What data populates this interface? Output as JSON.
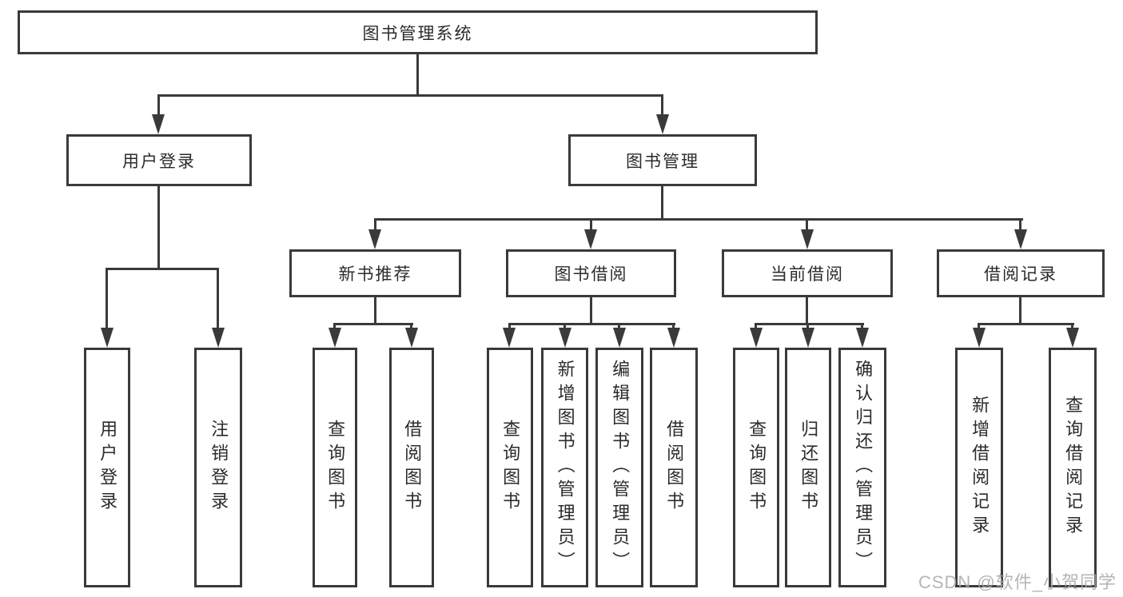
{
  "title": "图书管理系统",
  "tree": {
    "root": {
      "label": "图书管理系统"
    },
    "branches": [
      {
        "label": "用户登录",
        "children": [
          {
            "label": "用户登录"
          },
          {
            "label": "注销登录"
          }
        ]
      },
      {
        "label": "图书管理",
        "children": [
          {
            "label": "新书推荐",
            "children": [
              {
                "label": "查询图书"
              },
              {
                "label": "借阅图书"
              }
            ]
          },
          {
            "label": "图书借阅",
            "children": [
              {
                "label": "查询图书"
              },
              {
                "label": "新增图书（管理员）"
              },
              {
                "label": "编辑图书（管理员）"
              },
              {
                "label": "借阅图书"
              }
            ]
          },
          {
            "label": "当前借阅",
            "children": [
              {
                "label": "查询图书"
              },
              {
                "label": "归还图书"
              },
              {
                "label": "确认归还（管理员）"
              }
            ]
          },
          {
            "label": "借阅记录",
            "children": [
              {
                "label": "新增借阅记录"
              },
              {
                "label": "查询借阅记录"
              }
            ]
          }
        ]
      }
    ]
  },
  "watermark": "CSDN @软件_小贺同学",
  "colors": {
    "line": "#3a3a3a",
    "text": "#2b2b2b",
    "background": "#ffffff",
    "watermark": "#a8a8a8"
  }
}
